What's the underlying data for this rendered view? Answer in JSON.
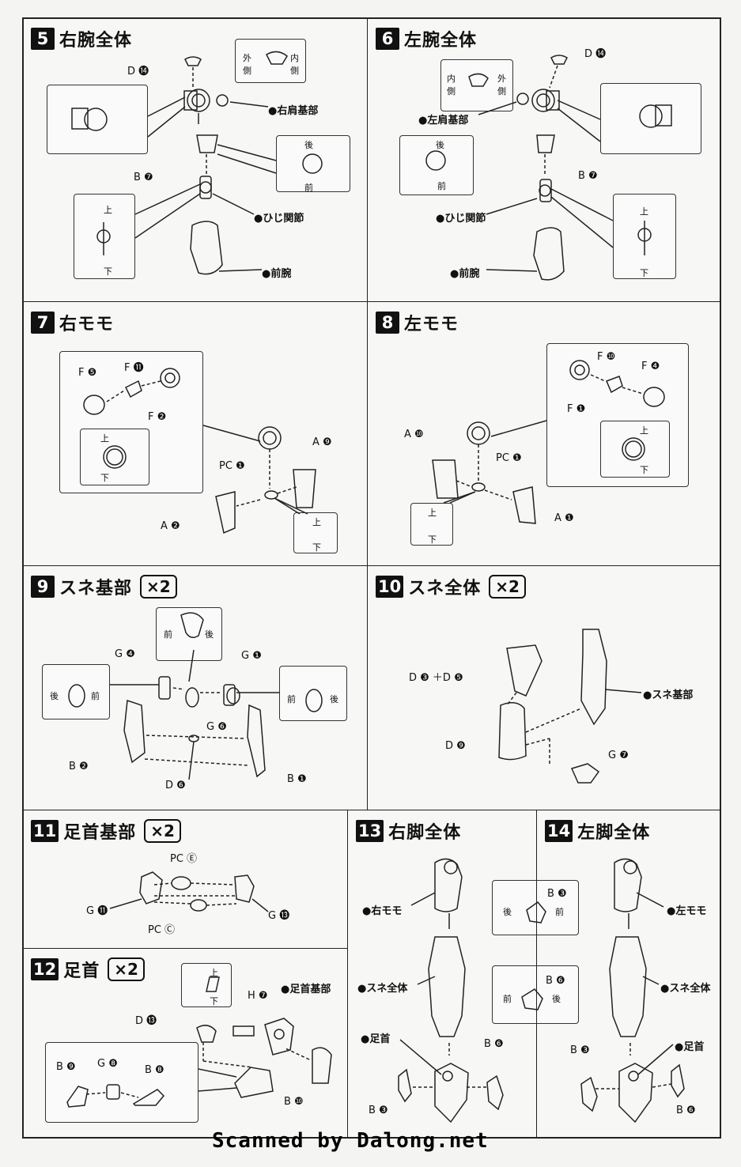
{
  "panels": [
    {
      "num": "5",
      "title": "右腕全体",
      "labels": {
        "d": "D ⓮",
        "b": "B ❼",
        "shoulder": "●右肩基部",
        "elbow": "●ひじ関節",
        "forearm": "●前腕",
        "out": "外側",
        "in": "内側",
        "up": "上",
        "down": "下",
        "back": "後",
        "front": "前"
      }
    },
    {
      "num": "6",
      "title": "左腕全体",
      "labels": {
        "d": "D ⓮",
        "b": "B ❼",
        "shoulder": "●左肩基部",
        "elbow": "●ひじ関節",
        "forearm": "●前腕",
        "in": "内側",
        "out": "外側",
        "back": "後",
        "front": "前",
        "up": "上",
        "down": "下"
      }
    },
    {
      "num": "7",
      "title": "右モモ",
      "labels": {
        "f5": "F ❺",
        "f11": "F ⓫",
        "f2": "F ❷",
        "a9": "A ❾",
        "pc1": "PC ❶",
        "a2": "A ❷",
        "up": "上",
        "down": "下"
      }
    },
    {
      "num": "8",
      "title": "左モモ",
      "labels": {
        "f10": "F ❿",
        "f4": "F ❹",
        "f1": "F ❶",
        "a10": "A ❿",
        "pc1": "PC ❶",
        "a1": "A ❶",
        "up": "上",
        "down": "下"
      }
    },
    {
      "num": "9",
      "title": "スネ基部",
      "mult": "×2",
      "labels": {
        "g4": "G ❹",
        "g1": "G ❶",
        "g6": "G ❻",
        "b2": "B ❷",
        "b1": "B ❶",
        "d6": "D ❻",
        "front": "前",
        "back": "後"
      }
    },
    {
      "num": "10",
      "title": "スネ全体",
      "mult": "×2",
      "labels": {
        "d35": "D ❸ ＋D ❺",
        "d9": "D ❾",
        "g7": "G ❼",
        "base": "●スネ基部"
      }
    },
    {
      "num": "11",
      "title": "足首基部",
      "mult": "×2",
      "labels": {
        "pce": "PC Ⓔ",
        "pcc": "PC Ⓒ",
        "g11": "G ⓫",
        "g13": "G ⓭"
      }
    },
    {
      "num": "12",
      "title": "足首",
      "mult": "×2",
      "labels": {
        "d13": "D ⓭",
        "h7": "H ❼",
        "base": "●足首基部",
        "b9": "B ❾",
        "g8": "G ❽",
        "b8": "B ❽",
        "b10": "B ❿",
        "up": "上",
        "down": "下"
      }
    },
    {
      "num": "13",
      "title": "右脚全体",
      "labels": {
        "thigh": "●右モモ",
        "shin": "●スネ全体",
        "ankle": "●足首",
        "b3": "B ❸",
        "b6": "B ❻",
        "back": "後",
        "front": "前"
      }
    },
    {
      "num": "14",
      "title": "左脚全体",
      "labels": {
        "thigh": "●左モモ",
        "shin": "●スネ全体",
        "ankle": "●足首",
        "b3": "B ❸",
        "b6": "B ❻"
      }
    }
  ],
  "credit": "Scanned by Dalong.net"
}
